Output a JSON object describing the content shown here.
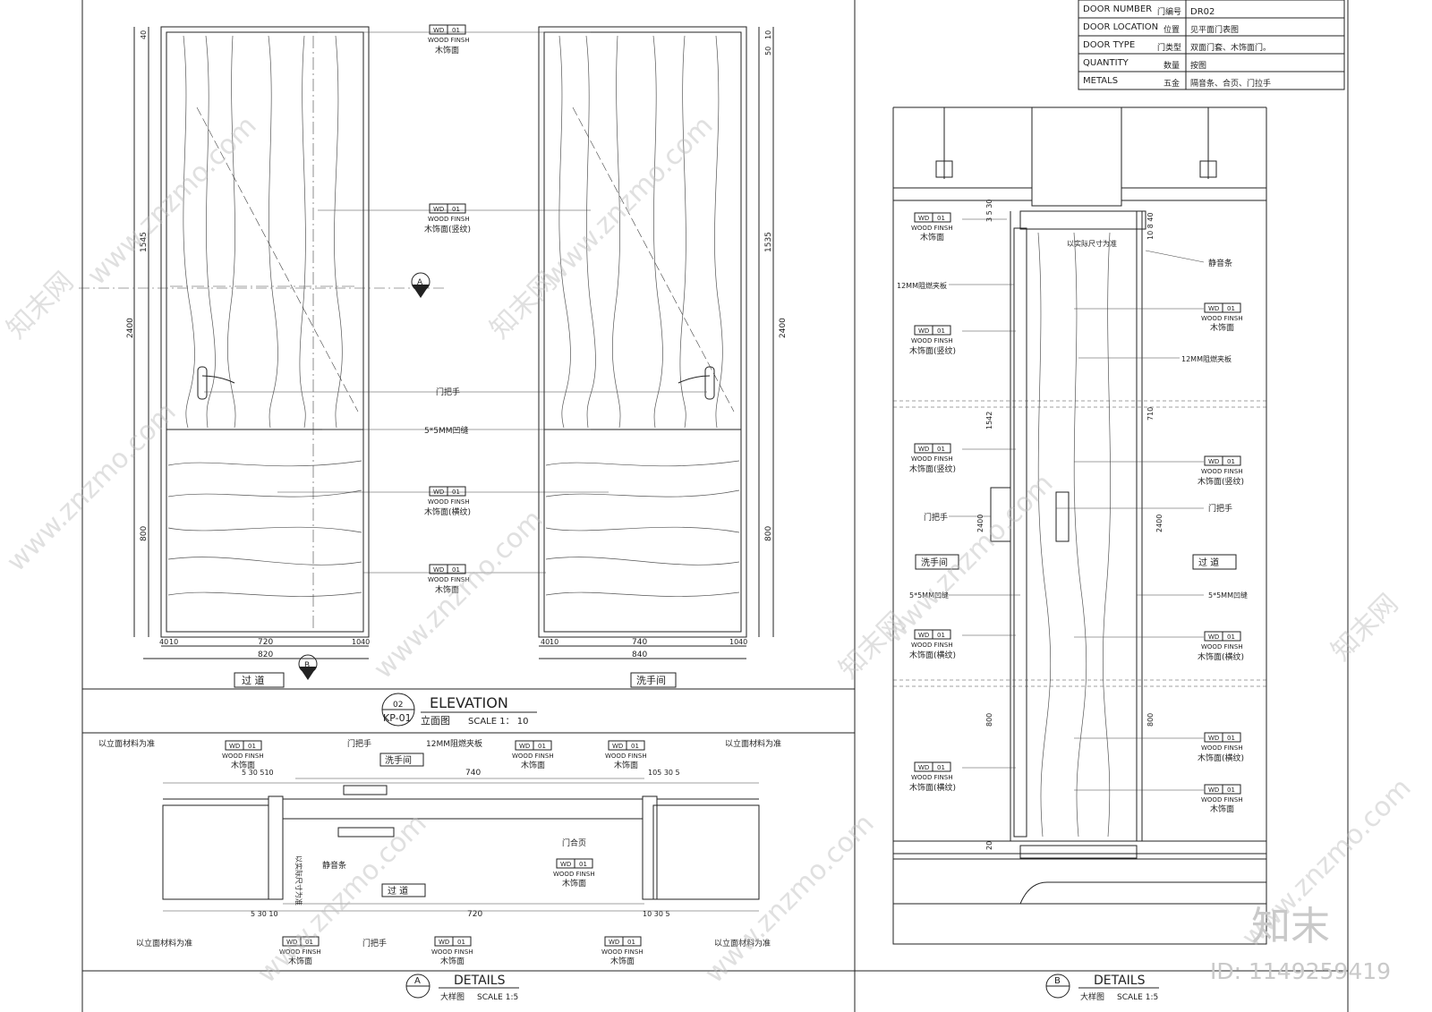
{
  "schedule": {
    "rows": [
      {
        "key": "DOOR NUMBER",
        "cn": "门编号",
        "value": "DR02"
      },
      {
        "key": "DOOR LOCATION",
        "cn": "位置",
        "value": "见平面门表图"
      },
      {
        "key": "DOOR TYPE",
        "cn": "门类型",
        "value": "双面门套、木饰面门。"
      },
      {
        "key": "QUANTITY",
        "cn": "数量",
        "value": "按图"
      },
      {
        "key": "METALS",
        "cn": "五金",
        "value": "隔音条、合页、门拉手"
      }
    ]
  },
  "tag": {
    "code": "WD",
    "num": "01",
    "finish": "WOOD FINSH"
  },
  "labels": {
    "wood": "木饰面",
    "wood_v": "木饰面(竖纹)",
    "wood_h": "木饰面(横纹)",
    "handle": "门把手",
    "groove": "5*5MM凹缝",
    "panel12": "12MM阻燃夹板",
    "seal": "静音条",
    "hinge": "门合页",
    "per_elev": "以立面材料为准",
    "per_elev_v": "以实际尺寸为准",
    "corridor": "过 道",
    "washroom": "洗手间"
  },
  "elevation": {
    "number": "02",
    "sheet": "KP-01",
    "title": "ELEVATION",
    "subtitle": "立面图",
    "scale": "SCALE 1： 10",
    "left_dims": [
      "40",
      "1545",
      "2400",
      "800"
    ],
    "right_dims": [
      "10",
      "50",
      "1535",
      "2400",
      "800"
    ],
    "left_bottom": {
      "a": "40",
      "b": "10",
      "c": "720",
      "d": "10",
      "e": "40",
      "total": "820"
    },
    "right_bottom": {
      "a": "40",
      "b": "10",
      "c": "740",
      "d": "10",
      "e": "40",
      "total": "840"
    },
    "section_a": "A",
    "section_b": "B"
  },
  "detail_a": {
    "letter": "A",
    "title": "DETAILS",
    "subtitle": "大样图",
    "scale": "SCALE 1:5",
    "dim_top_left": "5 30 510",
    "dim_top_mid": "740",
    "dim_top_right": "105 30 5",
    "dim_bottom_mid": "720",
    "dim_bottom_left": "5 30 10",
    "dim_bottom_right": "10 30 5"
  },
  "detail_b": {
    "letter": "B",
    "title": "DETAILS",
    "subtitle": "大样图",
    "scale": "SCALE 1:5",
    "dims_left": [
      "3 5 30",
      "1542",
      "2400",
      "800",
      "20"
    ],
    "dims_right": [
      "10 8 40",
      "710",
      "2400",
      "800"
    ],
    "top_note": "以实际尺寸为准"
  },
  "watermark": {
    "site": "www.znzmo.com",
    "brand": "知末网",
    "logo": "知末",
    "id": "ID: 1149259419"
  }
}
